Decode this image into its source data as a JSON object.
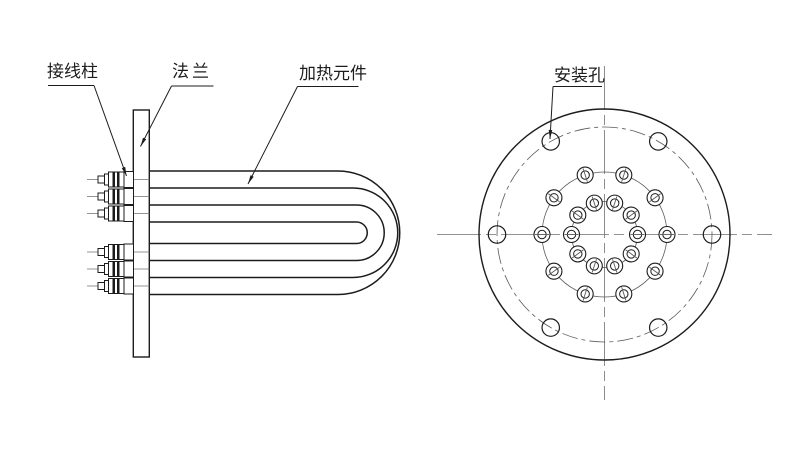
{
  "labels": {
    "terminal_post": "接线柱",
    "flange": "法兰",
    "heating_element": "加热元件",
    "mounting_hole": "安装孔"
  },
  "colors": {
    "line": "#1c1c1c",
    "thin_line": "#5a5a5a",
    "centerline": "#707070",
    "background": "#ffffff"
  },
  "drawing": {
    "type": "technical-drawing",
    "side_view": {
      "terminal_posts": 6,
      "heating_tube_hairpins": 3
    },
    "front_view": {
      "mounting_holes": 6,
      "element_holes_outer_ring": 10,
      "element_holes_inner_ring": 10
    }
  }
}
